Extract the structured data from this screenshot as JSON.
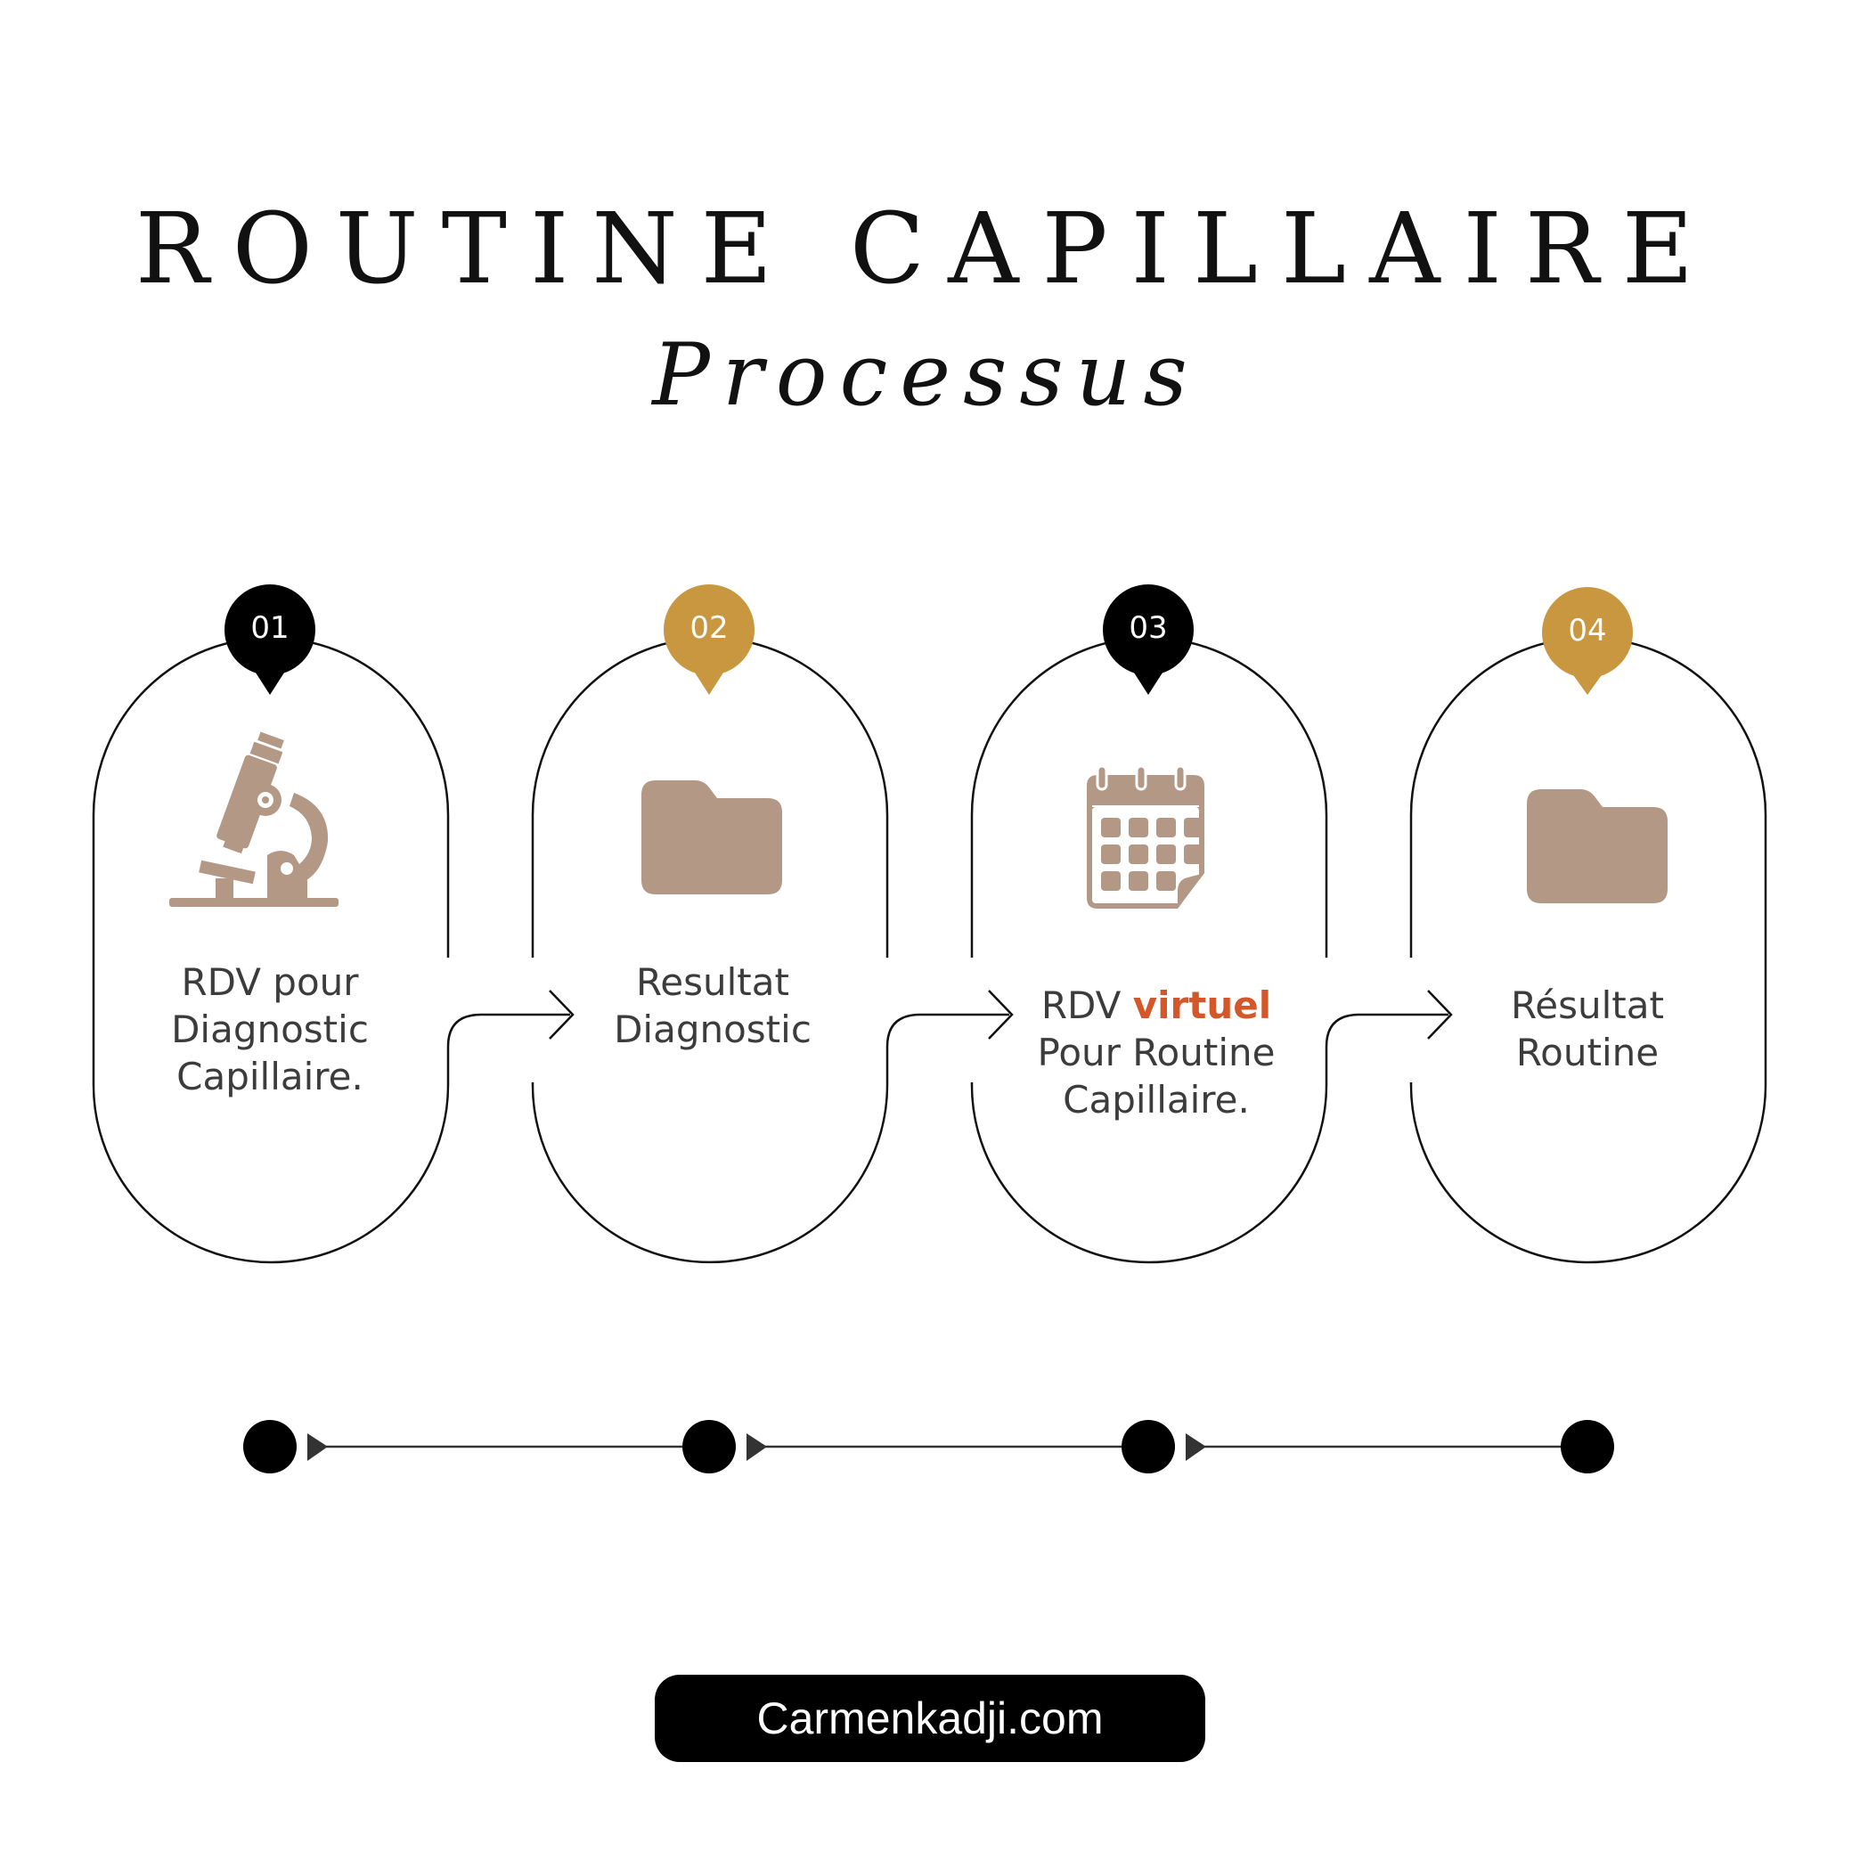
{
  "title": "ROUTINE CAPILLAIRE",
  "subtitle": "Processus",
  "colors": {
    "icon": "#b49886",
    "gold": "#c9973f",
    "black": "#000000",
    "highlight": "#d4572a"
  },
  "steps": [
    {
      "number": "01",
      "badge_color": "black",
      "icon": "microscope-icon",
      "lines": [
        "RDV pour",
        "Diagnostic",
        "Capillaire."
      ]
    },
    {
      "number": "02",
      "badge_color": "gold",
      "icon": "folder-icon",
      "lines": [
        "Resultat",
        "Diagnostic"
      ]
    },
    {
      "number": "03",
      "badge_color": "black",
      "icon": "calendar-icon",
      "line1_prefix": "RDV ",
      "line1_highlight": "virtuel",
      "lines": [
        "Pour Routine",
        "Capillaire."
      ]
    },
    {
      "number": "04",
      "badge_color": "gold",
      "icon": "folder-icon",
      "lines": [
        "Résultat",
        "Routine"
      ]
    }
  ],
  "footer": "Carmenkadji.com"
}
